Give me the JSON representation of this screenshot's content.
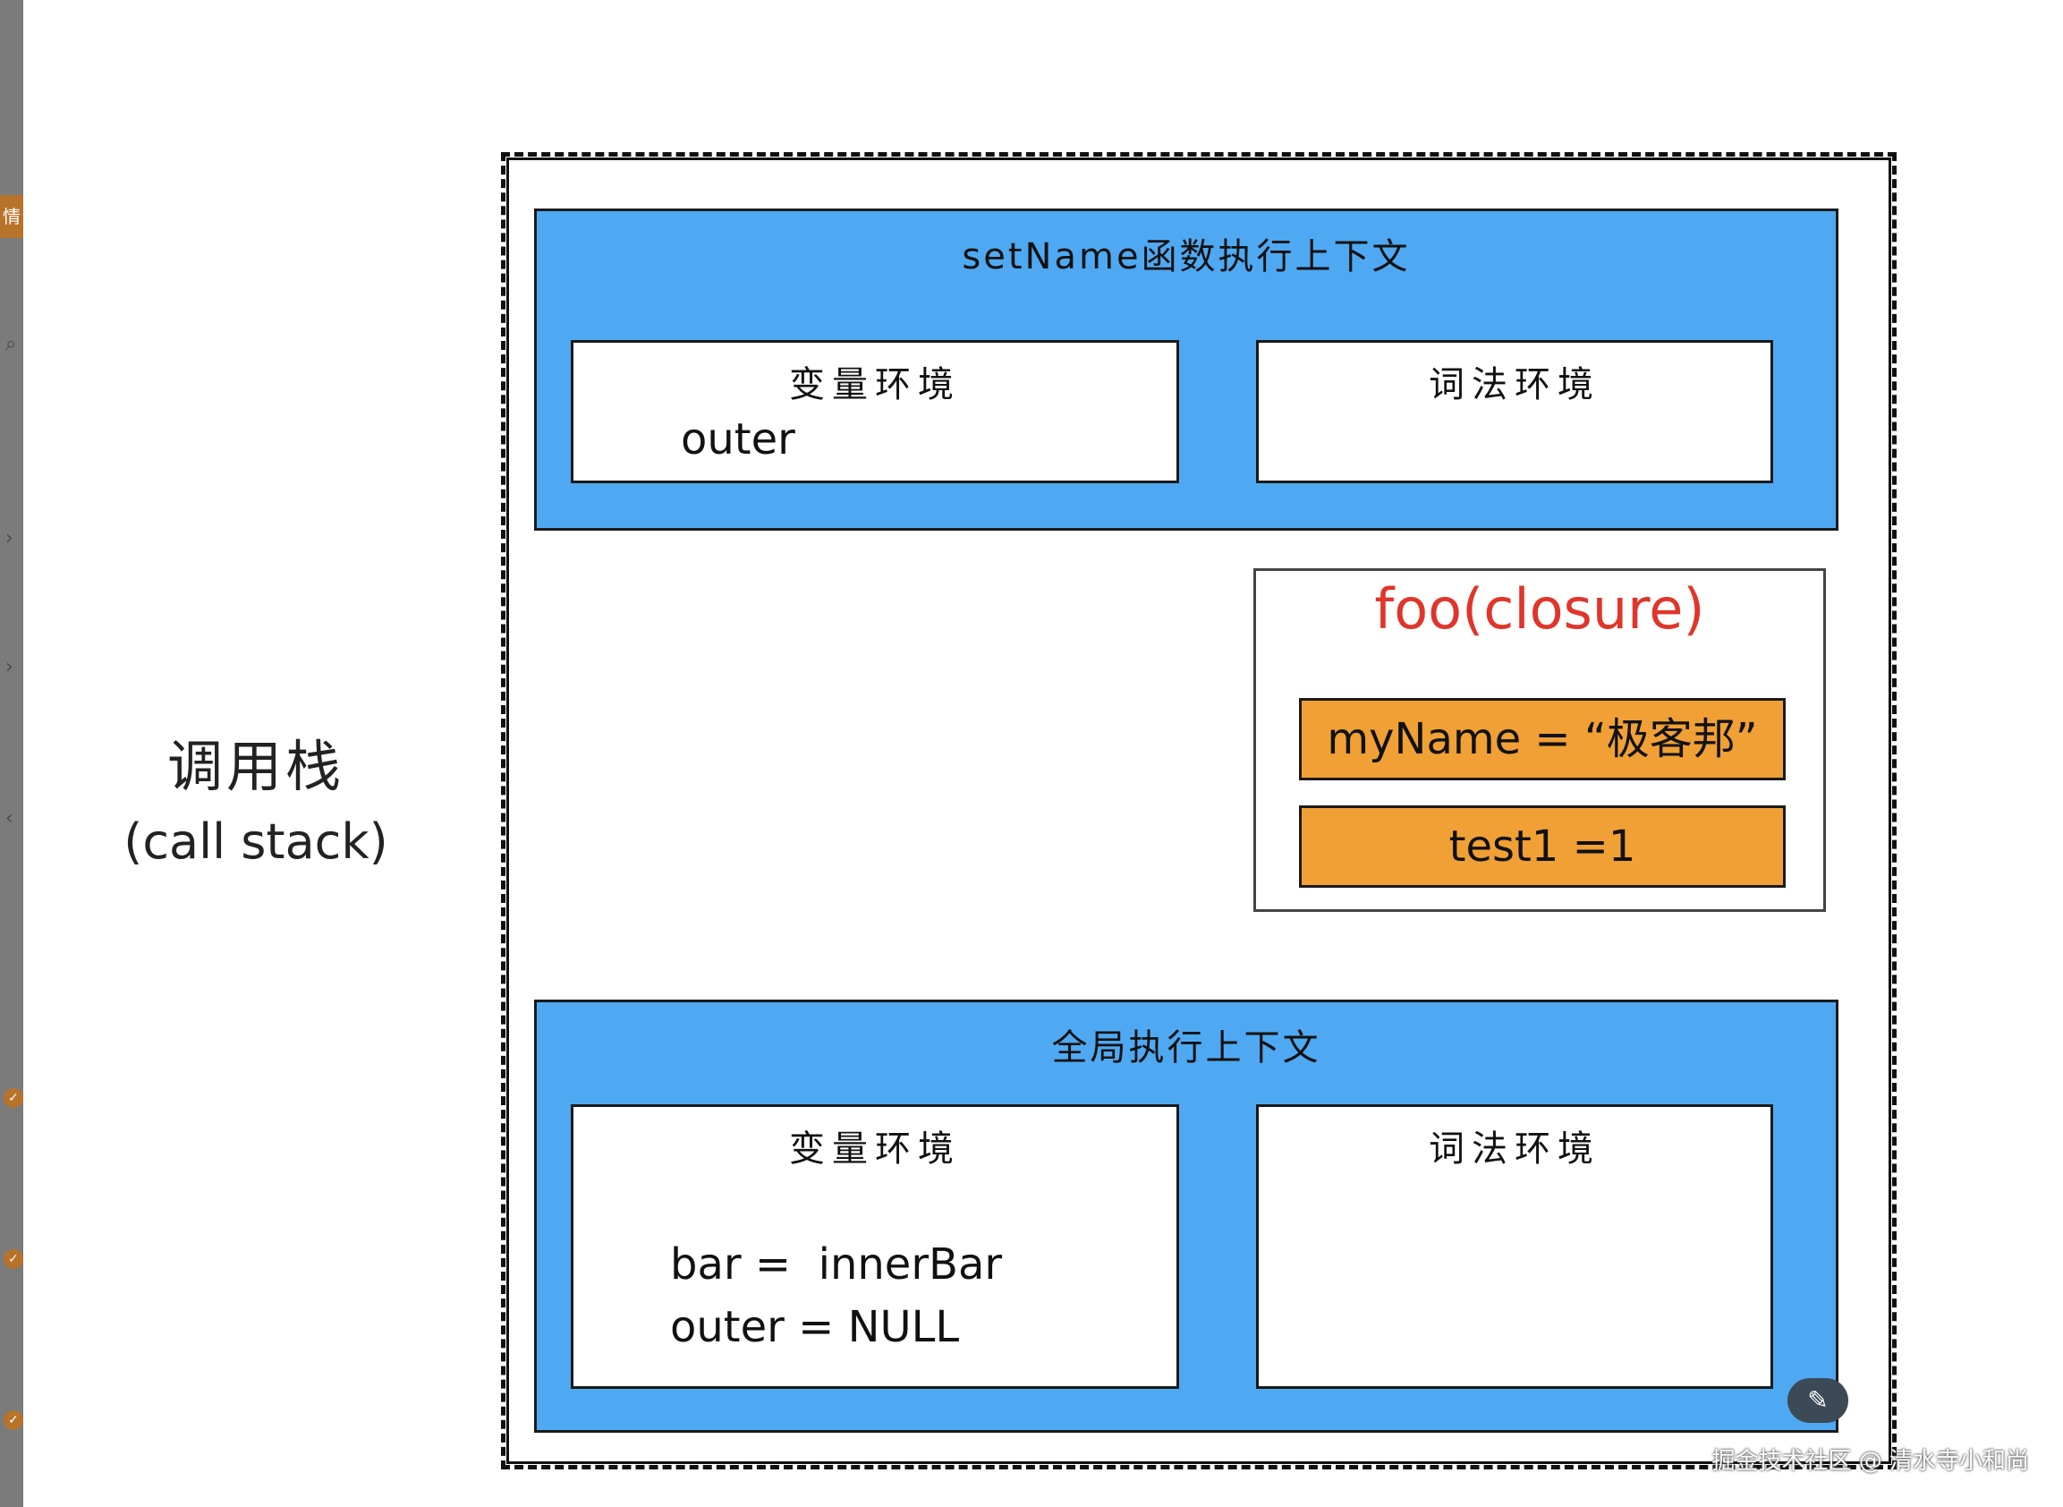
{
  "sidebar": {
    "badge_text": "情",
    "icons": [
      "search-icon",
      "chevron-icon",
      "chevron-icon",
      "chevron-icon",
      "check-icon",
      "check-icon",
      "check-icon"
    ]
  },
  "callstack": {
    "title_zh": "调用栈",
    "title_en": "(call stack)"
  },
  "setname_context": {
    "title": "setName函数执行上下文",
    "variable_env": {
      "title": "变量环境",
      "lines": [
        "outer"
      ]
    },
    "lexical_env": {
      "title": "词法环境"
    }
  },
  "closure": {
    "title": "foo(closure)",
    "items": [
      "myName = “极客邦”",
      "test1 =1"
    ]
  },
  "global_context": {
    "title": "全局执行上下文",
    "variable_env": {
      "title": "变量环境",
      "lines": [
        "bar =  innerBar",
        "outer = NULL"
      ]
    },
    "lexical_env": {
      "title": "词法环境"
    }
  },
  "watermark": "掘金技术社区 @ 清水寺小和尚",
  "colors": {
    "context_blue": "#4ea9f2",
    "closure_orange": "#f0a035",
    "closure_title_red": "#e0352b"
  }
}
